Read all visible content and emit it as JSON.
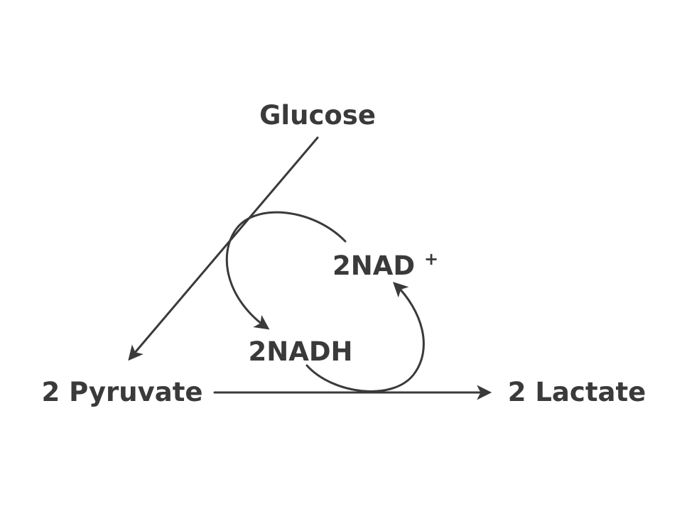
{
  "diagram": {
    "nodes": {
      "glucose": "Glucose",
      "pyruvate": "2 Pyruvate",
      "lactate": "2 Lactate",
      "nad_base": "2NAD",
      "nad_sup": "+",
      "nadh": "2NADH"
    },
    "colors": {
      "ink": "#3a3a3a",
      "background": "#ffffff"
    }
  }
}
